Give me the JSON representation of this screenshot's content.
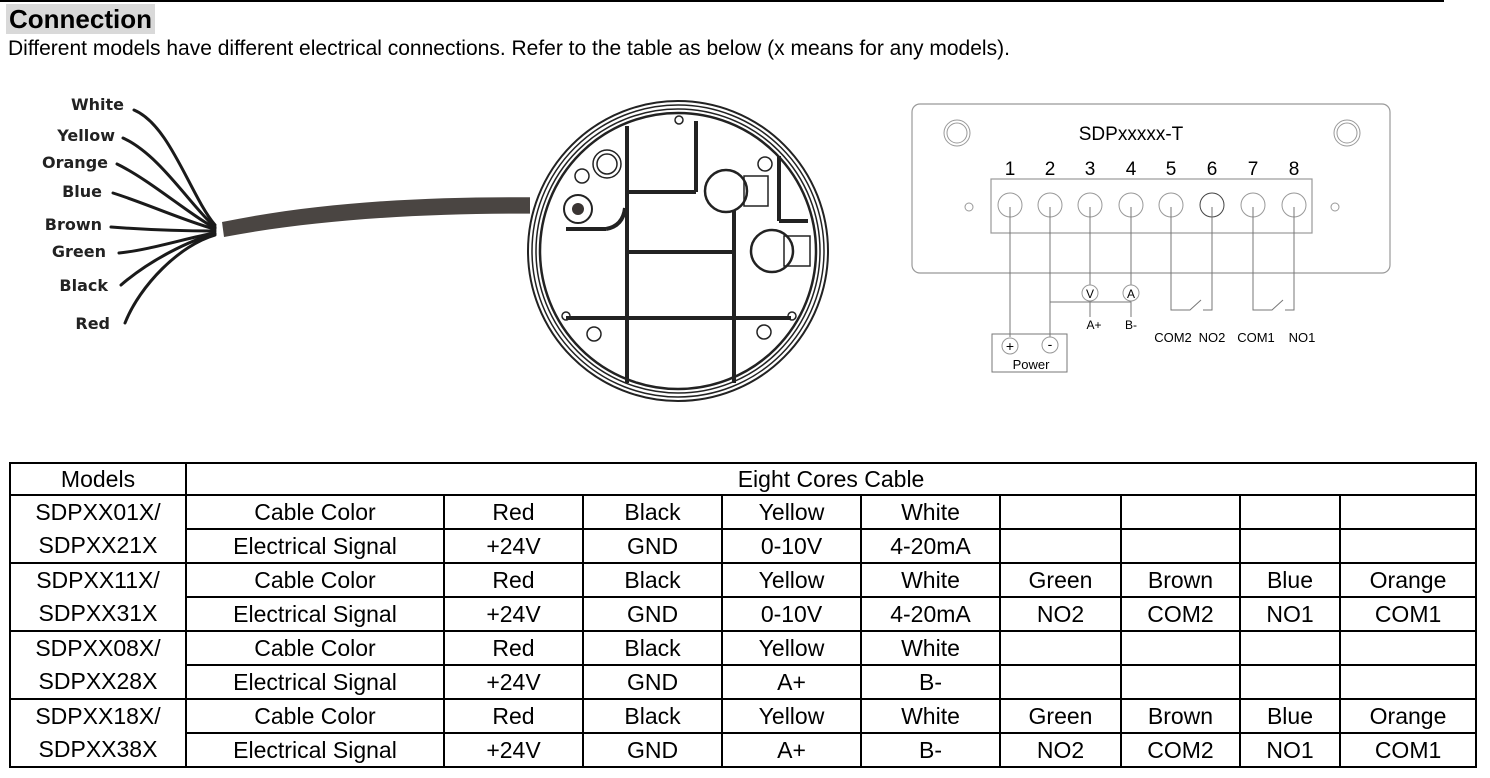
{
  "section": {
    "title": "Connection",
    "intro": "Different models have different electrical connections. Refer to the table as below (x means for any models)."
  },
  "cable_diagram": {
    "wires": [
      "White",
      "Yellow",
      "Orange",
      "Blue",
      "Brown",
      "Green",
      "Black",
      "Red"
    ]
  },
  "terminal_diagram": {
    "model_label": "SDPxxxxx-T",
    "terminals": [
      "1",
      "2",
      "3",
      "4",
      "5",
      "6",
      "7",
      "8"
    ],
    "meter_v": "V",
    "meter_a": "A",
    "signal_a": "A+",
    "signal_b": "B-",
    "relay_labels": [
      "COM2",
      "NO2",
      "COM1",
      "NO1"
    ],
    "power_plus": "+",
    "power_minus": "-",
    "power_label": "Power"
  },
  "table": {
    "models_header": "Models",
    "cable_header": "Eight Cores Cable",
    "groups": [
      {
        "model_line1": "SDPXX01X/",
        "model_line2": "SDPXX21X",
        "color_label": "Cable Color",
        "signal_label": "Electrical Signal",
        "colors": [
          "Red",
          "Black",
          "Yellow",
          "White",
          "",
          "",
          "",
          ""
        ],
        "signals": [
          "+24V",
          "GND",
          "0-10V",
          "4-20mA",
          "",
          "",
          "",
          ""
        ]
      },
      {
        "model_line1": "SDPXX11X/",
        "model_line2": "SDPXX31X",
        "color_label": "Cable Color",
        "signal_label": "Electrical Signal",
        "colors": [
          "Red",
          "Black",
          "Yellow",
          "White",
          "Green",
          "Brown",
          "Blue",
          "Orange"
        ],
        "signals": [
          "+24V",
          "GND",
          "0-10V",
          "4-20mA",
          "NO2",
          "COM2",
          "NO1",
          "COM1"
        ]
      },
      {
        "model_line1": "SDPXX08X/",
        "model_line2": "SDPXX28X",
        "color_label": "Cable Color",
        "signal_label": "Electrical Signal",
        "colors": [
          "Red",
          "Black",
          "Yellow",
          "White",
          "",
          "",
          "",
          ""
        ],
        "signals": [
          "+24V",
          "GND",
          "A+",
          "B-",
          "",
          "",
          "",
          ""
        ]
      },
      {
        "model_line1": "SDPXX18X/",
        "model_line2": "SDPXX38X",
        "color_label": "Cable Color",
        "signal_label": "Electrical Signal",
        "colors": [
          "Red",
          "Black",
          "Yellow",
          "White",
          "Green",
          "Brown",
          "Blue",
          "Orange"
        ],
        "signals": [
          "+24V",
          "GND",
          "A+",
          "B-",
          "NO2",
          "COM2",
          "NO1",
          "COM1"
        ]
      }
    ]
  }
}
